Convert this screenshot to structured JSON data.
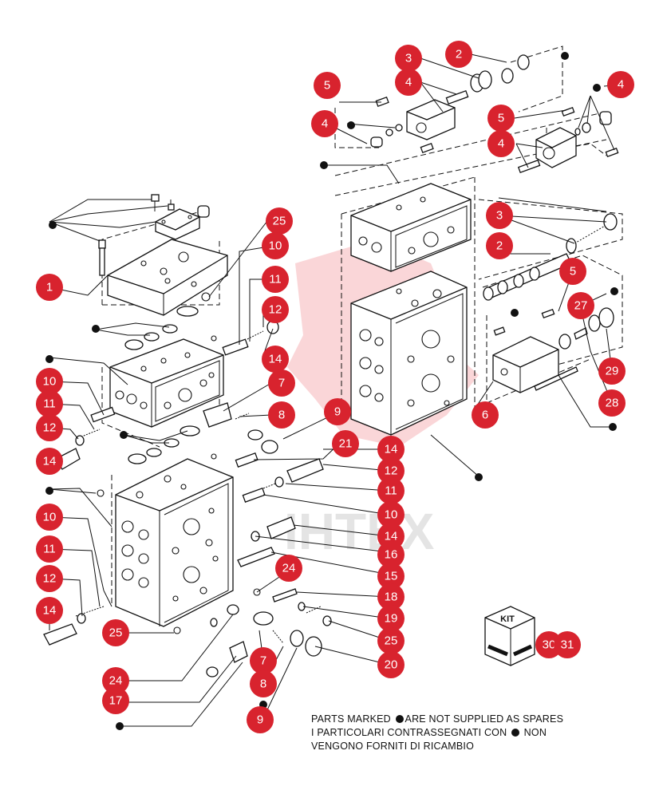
{
  "watermark": {
    "logo": "ІНТЕХ",
    "color": "#e8454d"
  },
  "callout_color": "#d8232e",
  "callouts": [
    {
      "label": "3"
    },
    {
      "label": "2"
    },
    {
      "label": "4"
    },
    {
      "label": "5"
    },
    {
      "label": "4"
    },
    {
      "label": "4"
    },
    {
      "label": "5"
    },
    {
      "label": "4"
    },
    {
      "label": "25"
    },
    {
      "label": "3"
    },
    {
      "label": "1"
    },
    {
      "label": "10"
    },
    {
      "label": "2"
    },
    {
      "label": "11"
    },
    {
      "label": "5"
    },
    {
      "label": "12"
    },
    {
      "label": "27"
    },
    {
      "label": "14"
    },
    {
      "label": "7"
    },
    {
      "label": "10"
    },
    {
      "label": "29"
    },
    {
      "label": "11"
    },
    {
      "label": "8"
    },
    {
      "label": "9"
    },
    {
      "label": "28"
    },
    {
      "label": "12"
    },
    {
      "label": "6"
    },
    {
      "label": "21"
    },
    {
      "label": "14"
    },
    {
      "label": "14"
    },
    {
      "label": "12"
    },
    {
      "label": "11"
    },
    {
      "label": "10"
    },
    {
      "label": "10"
    },
    {
      "label": "14"
    },
    {
      "label": "11"
    },
    {
      "label": "16"
    },
    {
      "label": "24"
    },
    {
      "label": "15"
    },
    {
      "label": "12"
    },
    {
      "label": "18"
    },
    {
      "label": "14"
    },
    {
      "label": "19"
    },
    {
      "label": "25"
    },
    {
      "label": "25"
    },
    {
      "label": "7"
    },
    {
      "label": "20"
    },
    {
      "label": "24"
    },
    {
      "label": "8"
    },
    {
      "label": "17"
    },
    {
      "label": "9"
    },
    {
      "label": "30"
    },
    {
      "label": "31"
    }
  ],
  "kit": {
    "label": "KIT"
  },
  "note": {
    "line1_before": "PARTS MARKED ",
    "line1_after": "ARE NOT SUPPLIED AS SPARES",
    "line2_before": "I PARTICOLARI CONTRASSEGNATI CON ",
    "line2_after": " NON",
    "line3": "VENGONO FORNITI DI RICAMBIO"
  }
}
